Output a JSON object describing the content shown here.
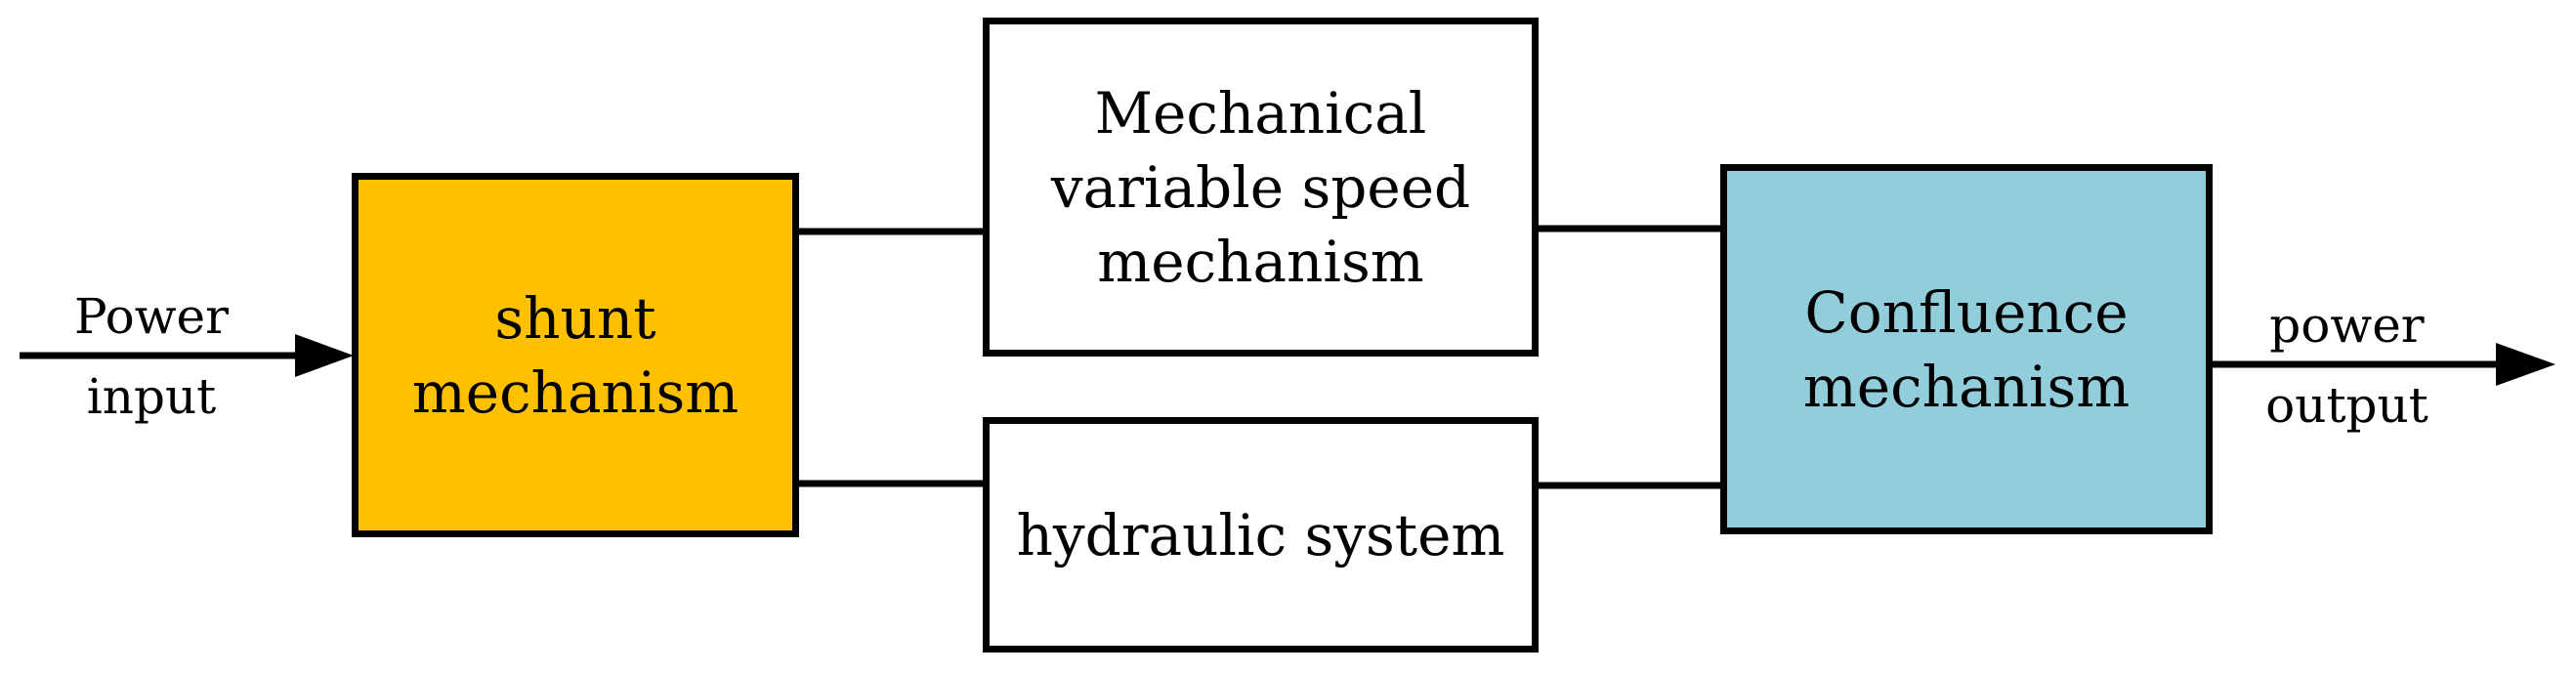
{
  "labels": {
    "input": {
      "line1": "Power",
      "line2": "input"
    },
    "output": {
      "line1": "power",
      "line2": "output"
    }
  },
  "boxes": {
    "shunt": {
      "line1": "shunt",
      "line2": "mechanism",
      "fill": "#FFC000"
    },
    "mechanical_vsm": {
      "line1": "Mechanical",
      "line2": "variable speed",
      "line3": "mechanism",
      "fill": "#FFFFFF"
    },
    "hydraulic": {
      "line1": "hydraulic system",
      "fill": "#FFFFFF"
    },
    "confluence": {
      "line1": "Confluence",
      "line2": "mechanism",
      "fill": "#92CDDC"
    }
  },
  "colors": {
    "line": "#000000",
    "border": "#000000",
    "text": "#000000",
    "background": "#FFFFFF"
  }
}
